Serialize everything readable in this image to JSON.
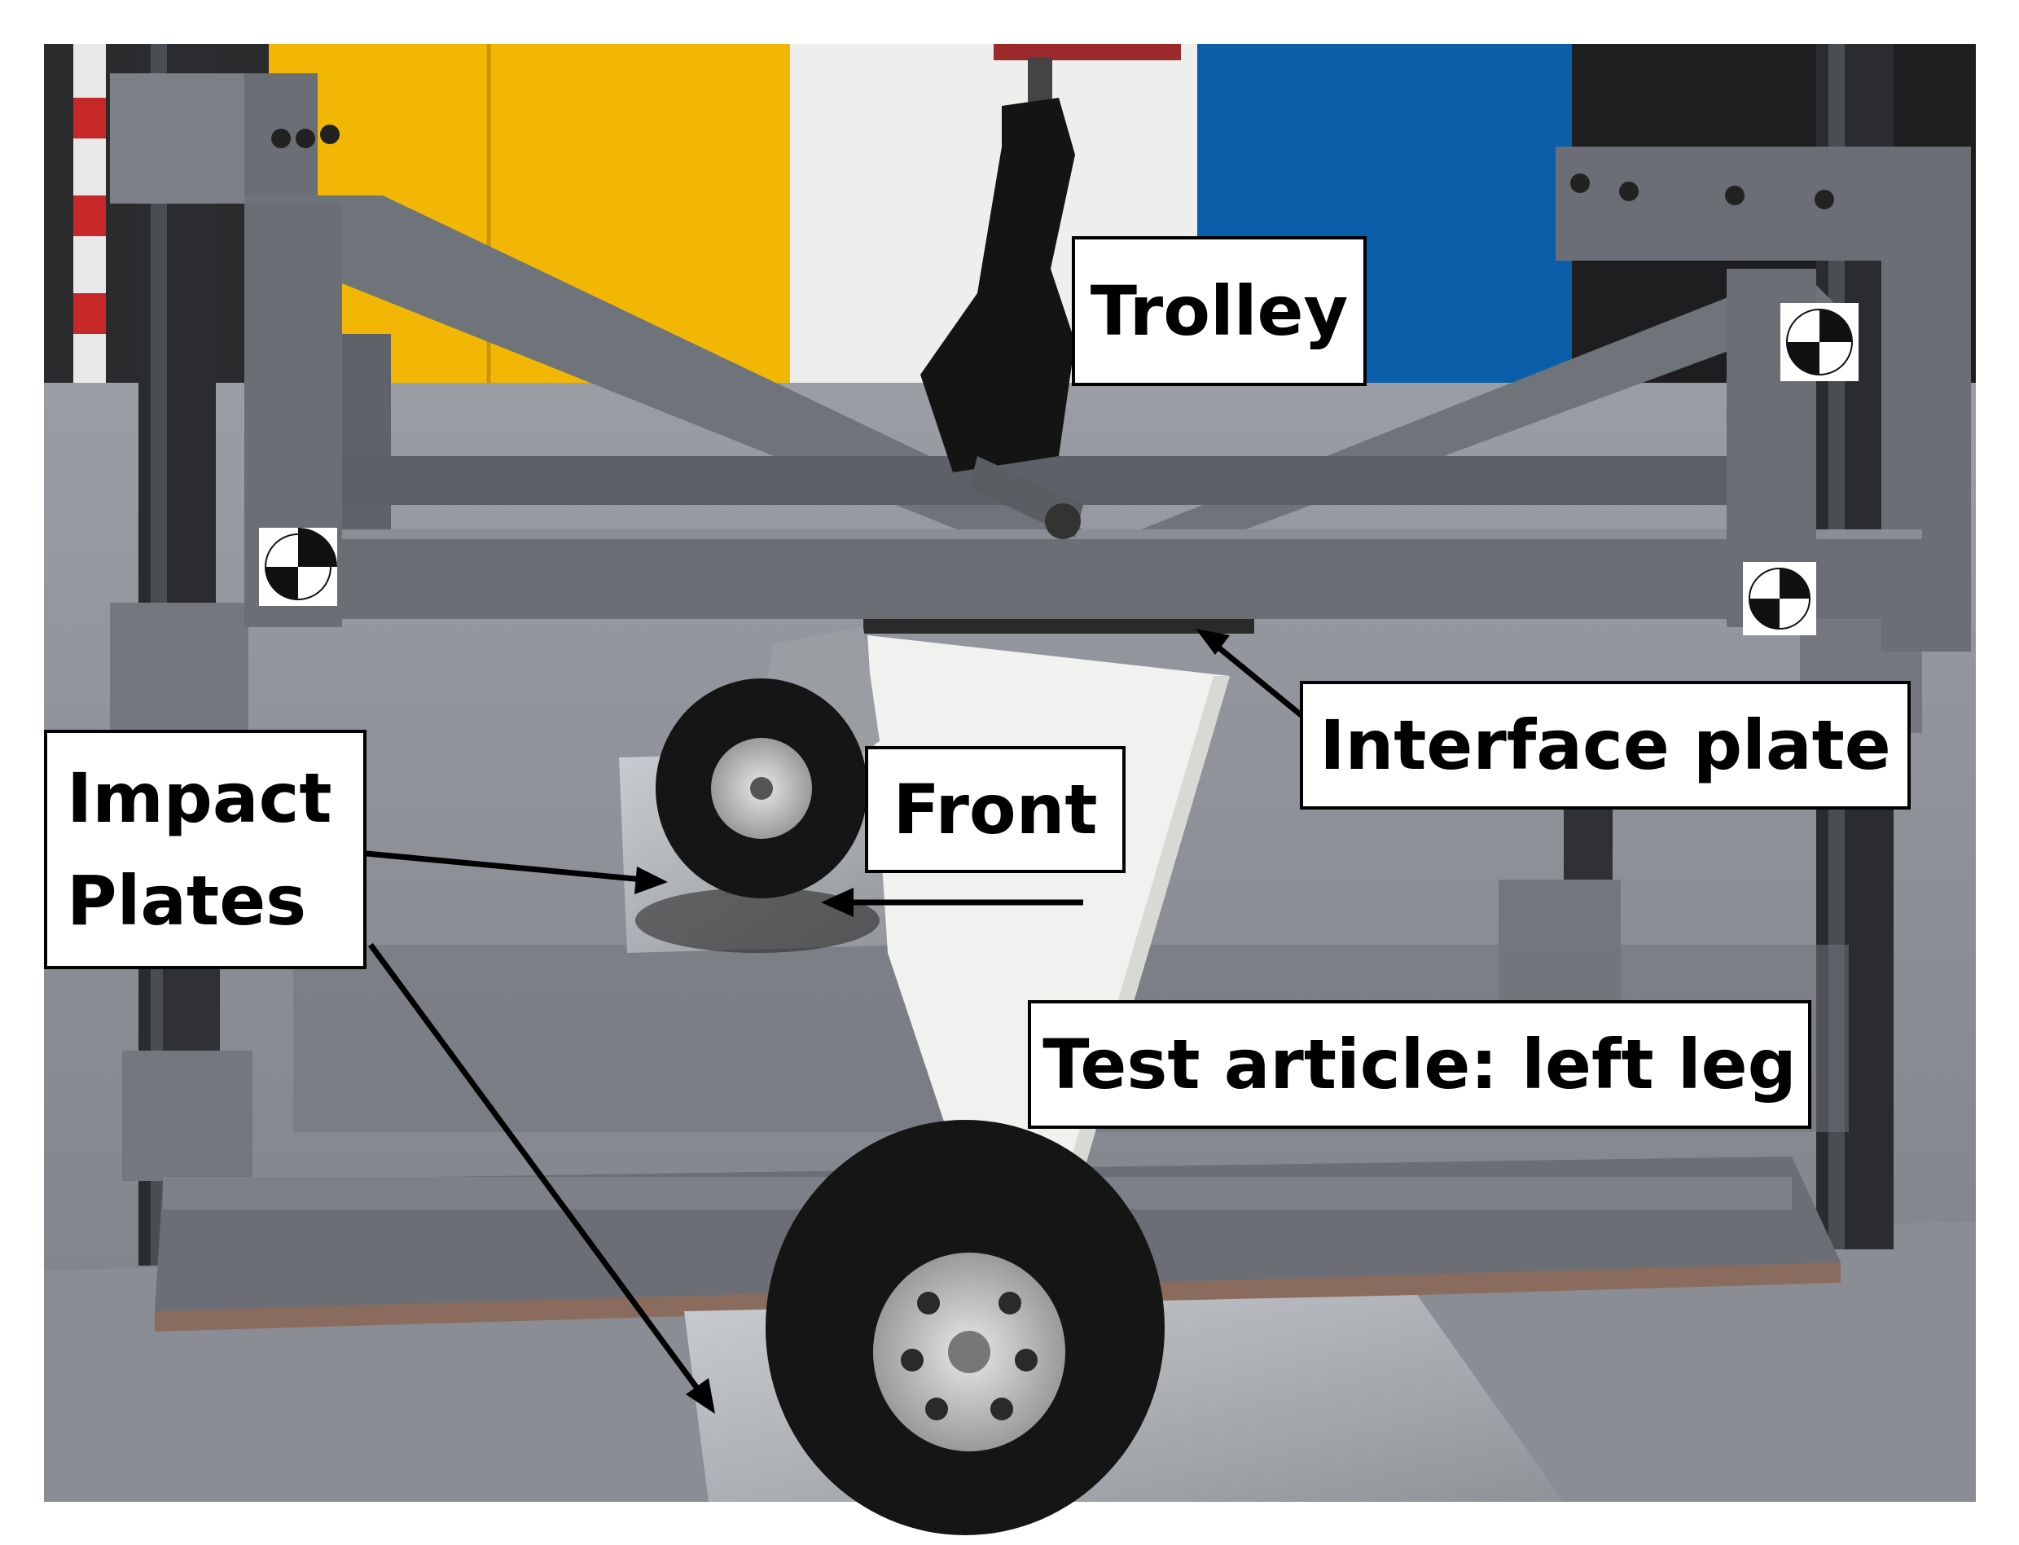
{
  "labels": {
    "trolley": "Trolley",
    "interface_plate": "Interface plate",
    "front": "Front",
    "impact_plates_line1": "Impact",
    "impact_plates_line2": "Plates",
    "test_article": "Test article: left leg"
  },
  "colors": {
    "frame_steel": "#6b6f75",
    "floor": "#8c9096",
    "yellow_cabinet": "#f2b705",
    "blue_cabinet": "#0b5fa8",
    "tire": "#151515",
    "leg_white": "#f1f1ef"
  }
}
